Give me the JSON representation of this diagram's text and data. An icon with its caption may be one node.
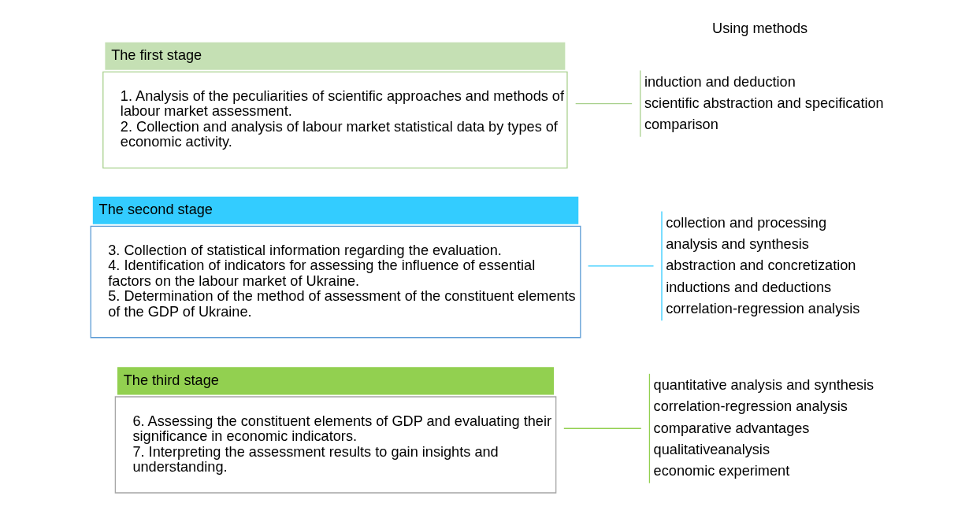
{
  "diagram": {
    "nodes": [
      {
        "text": [
          "The first stage",
          "1. Analysis of the peculiarities of scientific approaches and methods of labour market assessment.",
          "2. Collection and analysis of labour market statistical data by types of economic activity."
        ]
      },
      {
        "text": [
          "induction and deduction",
          "scientific abstraction and specification",
          "comparison"
        ]
      },
      {
        "text": [
          "The second stage",
          "3. Collection of statistical information regarding the evaluation.",
          "4. Identification of indicators for assessing the influence of essential factors on the labour market of Ukraine.",
          "5. Determination of the method of assessment of the constituent elements of the GDP of Ukraine."
        ]
      },
      {
        "text": [
          "collection and processing",
          "analysis and synthesis",
          "abstraction and concretization",
          "inductions and deductions",
          "correlation-regression analysis"
        ]
      },
      {
        "text": [
          "The third stage",
          "6. Assessing the constituent elements of GDP and evaluating their significance in economic indicators.",
          "7. Interpreting the assessment results to gain insights and understanding."
        ]
      },
      {
        "text": [
          "quantitative analysis and synthesis",
          "correlation-regression analysis",
          "comparative advantages",
          "qualitativeanalysis",
          "economic experiment"
        ]
      }
    ],
    "edges": [
      {
        "from": 0,
        "to": 1,
        "arrow": "none",
        "color": "#a9d18e"
      },
      {
        "from": 2,
        "to": 3,
        "arrow": "none",
        "color": "#33ccff"
      },
      {
        "from": 4,
        "to": 5,
        "arrow": "none",
        "color": "#92d050"
      }
    ],
    "labels": [
      "Using methods"
    ]
  }
}
